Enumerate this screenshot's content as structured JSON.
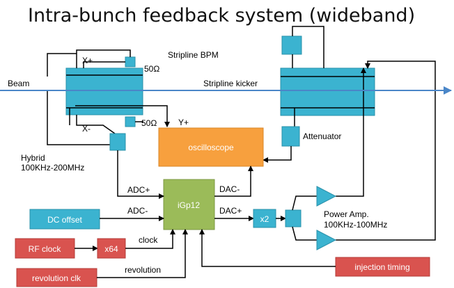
{
  "title": "Intra-bunch feedback system (wideband)",
  "labels": {
    "beam": "Beam",
    "stripline_bpm": "Stripline BPM",
    "stripline_kicker": "Stripline  kicker",
    "x_plus": "X+",
    "x_minus": "X-",
    "y_plus": "Y+",
    "ohm_top": "50Ω",
    "ohm_bottom": "50Ω",
    "hybrid_line1": "Hybrid",
    "hybrid_line2": "100KHz-200MHz",
    "attenuator": "Attenuator",
    "adc_plus": "ADC+",
    "adc_minus": "ADC-",
    "dac_minus": "DAC-",
    "dac_plus": "DAC+",
    "clock": "clock",
    "revolution": "revolution",
    "power_amp_line1": "Power Amp.",
    "power_amp_line2": "100KHz-100MHz"
  },
  "boxes": {
    "oscilloscope": "oscilloscope",
    "igp12": "iGp12",
    "dc_offset": "DC offset",
    "x2": "x2",
    "rf_clock": "RF clock",
    "x64": "x64",
    "revolution_clk": "revolution clk",
    "injection_timing": "injection timing"
  },
  "colors": {
    "cyan": "#3bb3d0",
    "orange": "#f7a03e",
    "green": "#9bbb59",
    "red": "#d9534f",
    "beam": "#4a86c8"
  }
}
